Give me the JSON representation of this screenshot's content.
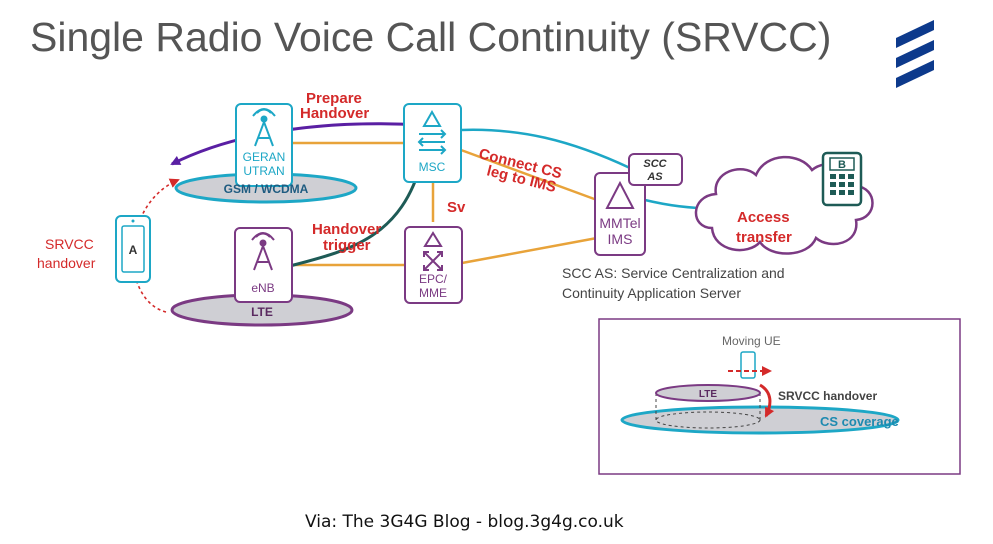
{
  "title": "Single Radio Voice Call Continuity (SRVCC)",
  "credit": "Via: The 3G4G Blog - blog.3g4g.co.uk",
  "colors": {
    "teal": "#1da7c6",
    "purple": "#7b3a83",
    "orange": "#e8a33a",
    "red": "#d42a2a",
    "dark_green": "#1e5b56",
    "violet": "#5a1fa3",
    "grey_ellipse": "#cfcfd4",
    "brand_blue": "#0d3a8c"
  },
  "nodes": {
    "geran": {
      "line1": "GERAN",
      "line2": "UTRAN",
      "icon": "antenna-tower-icon"
    },
    "msc": {
      "label": "MSC",
      "icon": "switch-arrows-icon"
    },
    "enb": {
      "label": "eNB",
      "icon": "antenna-tower-icon"
    },
    "epc": {
      "line1": "EPC/",
      "line2": "MME",
      "icon": "switch-cross-icon"
    },
    "mmtel": {
      "line1": "MMTel",
      "line2": "IMS",
      "icon": "triangle-icon"
    },
    "scc": {
      "line1": "SCC",
      "line2": "AS"
    },
    "ue_a": {
      "label": "A",
      "icon": "smartphone-icon"
    },
    "ue_b": {
      "label": "B",
      "icon": "mobile-phone-icon"
    }
  },
  "coverage": {
    "gsm": "GSM / WCDMA",
    "lte": "LTE"
  },
  "labels": {
    "prepare_1": "Prepare",
    "prepare_2": "Handover",
    "connect_1": "Connect CS",
    "connect_2": "leg to IMS",
    "sv": "Sv",
    "trigger_1": "Handover",
    "trigger_2": "trigger",
    "access_1": "Access",
    "access_2": "transfer",
    "srvcc_1": "SRVCC",
    "srvcc_2": "handover",
    "scc_desc_1": "SCC AS: Service Centralization and",
    "scc_desc_2": "Continuity Application Server"
  },
  "inset": {
    "moving_ue": "Moving UE",
    "lte": "LTE",
    "srvcc_handover": "SRVCC handover",
    "cs_coverage": "CS coverage"
  },
  "logo": "ericsson-logo-icon"
}
